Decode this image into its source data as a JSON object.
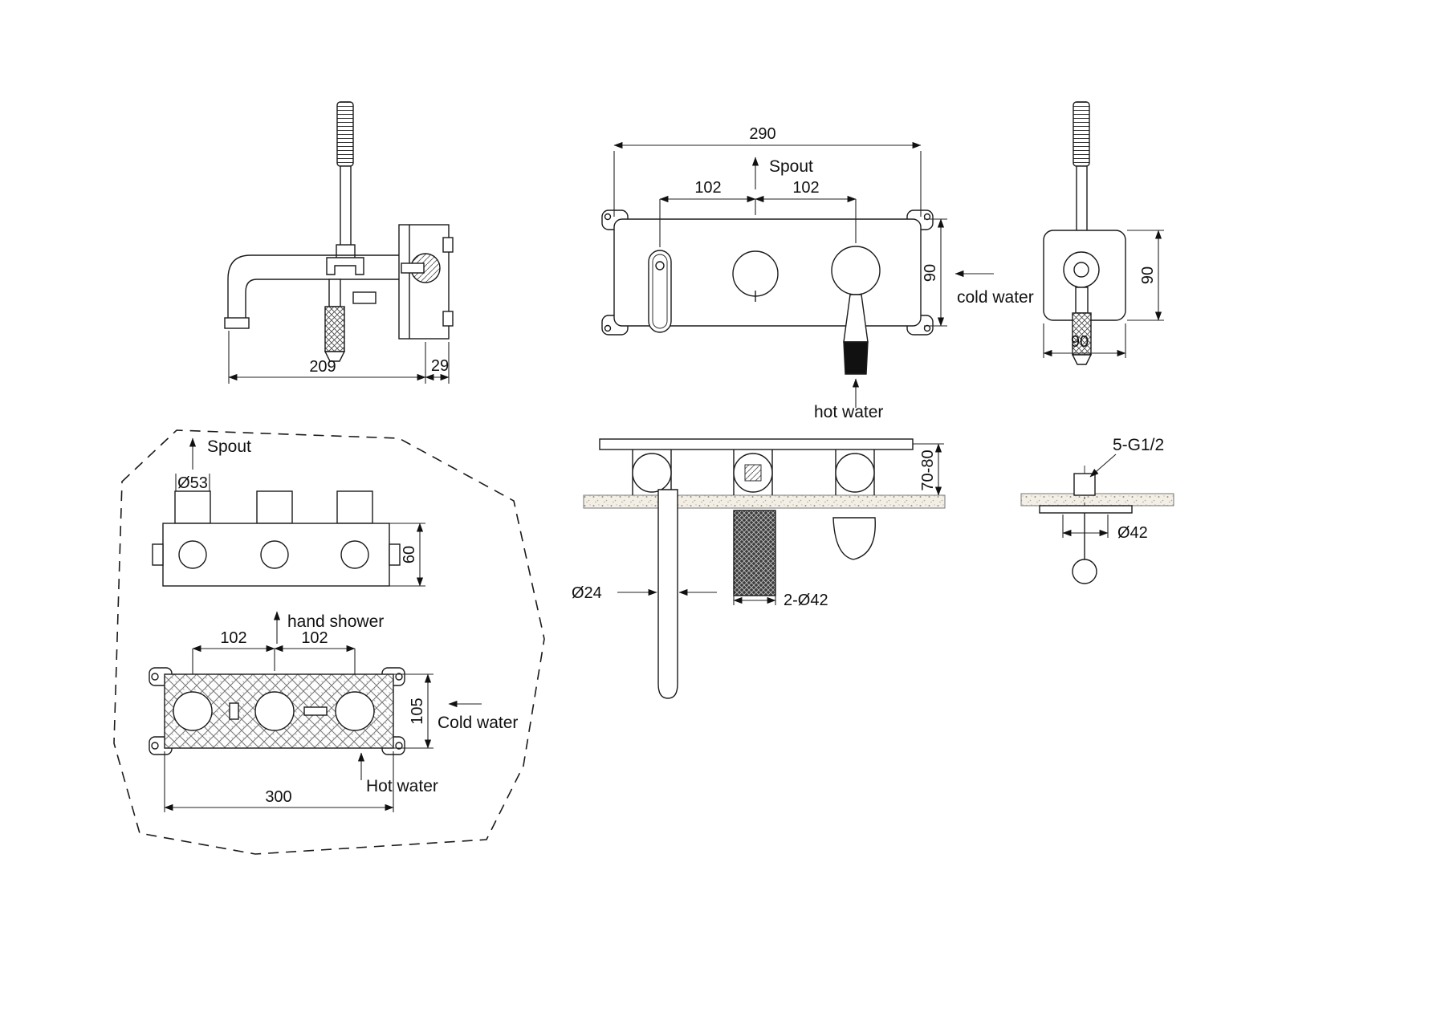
{
  "drawing": {
    "side_view": {
      "dim_length": "209",
      "dim_depth": "29"
    },
    "front_view": {
      "dim_width": "290",
      "spout_label": "Spout",
      "dim_left_spacing": "102",
      "dim_right_spacing": "102",
      "dim_height": "90",
      "cold_water_label": "cold water",
      "hot_water_label": "hot water"
    },
    "handshower_view": {
      "dim_height": "90",
      "dim_width": "90"
    },
    "roughin_top_view": {
      "spout_label": "Spout",
      "dim_spout_dia": "Ø53",
      "dim_depth": "60"
    },
    "roughin_front_view": {
      "hand_shower_label": "hand shower",
      "dim_left_spacing": "102",
      "dim_right_spacing": "102",
      "dim_height": "105",
      "cold_water_label": "Cold water",
      "hot_water_label": "Hot water",
      "dim_width": "300"
    },
    "section_view": {
      "dim_spout_dia": "Ø24",
      "dim_holes": "2-Ø42",
      "dim_wall_depth": "70-80"
    },
    "holder_section_view": {
      "thread_label": "5-G1/2",
      "dim_dia": "Ø42"
    },
    "colors": {
      "line": "#1a1a1a",
      "wall_fill": "#f3efe7",
      "hose_black": "#111111"
    }
  }
}
